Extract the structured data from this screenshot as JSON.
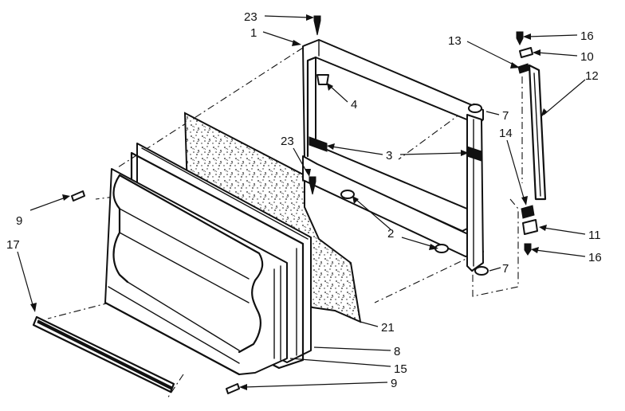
{
  "callouts": {
    "c23_top": "23",
    "c1": "1",
    "c4": "4",
    "c23_mid": "23",
    "c3": "3",
    "c2": "2",
    "c7_top": "7",
    "c7_bottom": "7",
    "c13": "13",
    "c16_top": "16",
    "c10": "10",
    "c12": "12",
    "c14": "14",
    "c11": "11",
    "c16_bottom": "16",
    "c9_left": "9",
    "c17": "17",
    "c21": "21",
    "c8": "8",
    "c15": "15",
    "c9_bottom": "9"
  }
}
